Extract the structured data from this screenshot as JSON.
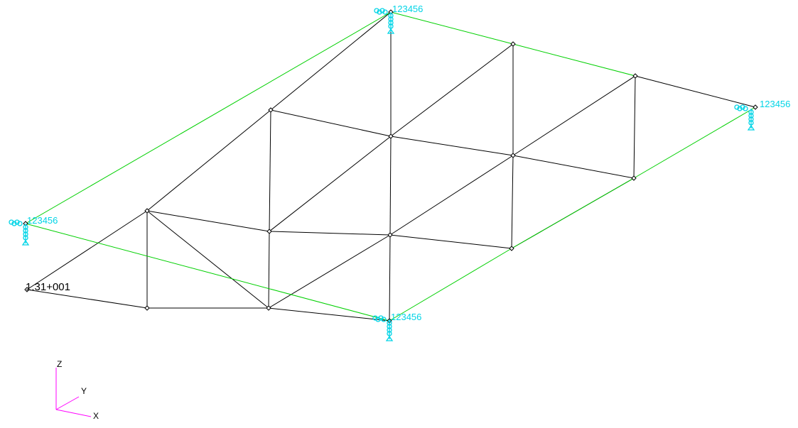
{
  "colors": {
    "background": "#ffffff",
    "mesh_edges": "#000000",
    "boundary_edges": "#00d000",
    "constraint_symbols": "#00d4e6",
    "triad_axes": "#ff00ff"
  },
  "constraints": [
    {
      "id": "top",
      "label": "123456"
    },
    {
      "id": "right",
      "label": "123456"
    },
    {
      "id": "left",
      "label": "123456"
    },
    {
      "id": "bottom",
      "label": "123456"
    }
  ],
  "value_label": "1.31+001",
  "triad": {
    "z": "Z",
    "y": "Y",
    "x": "X"
  }
}
